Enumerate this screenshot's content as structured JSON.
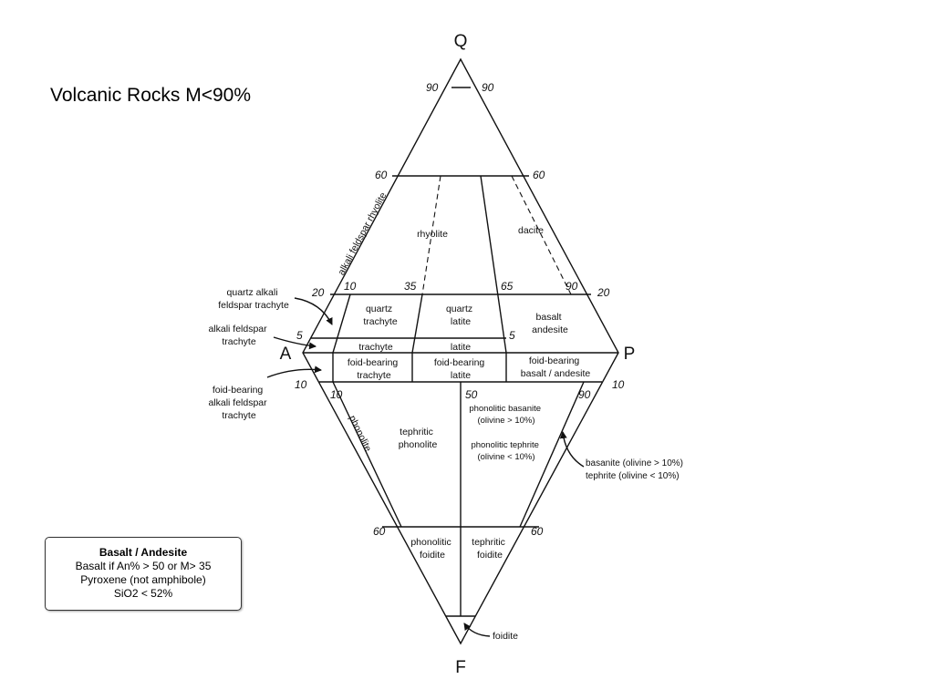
{
  "title": "Volcanic Rocks M<90%",
  "corners": {
    "q": "Q",
    "a": "A",
    "p": "P",
    "f": "F"
  },
  "ticks": {
    "q90_left": "90",
    "q90_right": "90",
    "q60_left": "60",
    "q60_right": "60",
    "q20_left": "20",
    "q20_right": "20",
    "b10": "10",
    "b35": "35",
    "b65": "65",
    "b90": "90",
    "q5_left": "5",
    "q5_right": "5",
    "f10_left": "10",
    "f10_right": "10",
    "fb10": "10",
    "fb50": "50",
    "fb90": "90",
    "f60_left": "60",
    "f60_right": "60"
  },
  "fields": {
    "alkali_feldspar_rhyolite": "alkali feldspar rhyolite",
    "rhyolite": "rhyolite",
    "dacite": "dacite",
    "quartz_trachyte": [
      "quartz",
      "trachyte"
    ],
    "quartz_latite": [
      "quartz",
      "latite"
    ],
    "basalt_andesite": [
      "basalt",
      "andesite"
    ],
    "trachyte": "trachyte",
    "latite": "latite",
    "foid_bearing_trachyte": [
      "foid-bearing",
      "trachyte"
    ],
    "foid_bearing_latite": [
      "foid-bearing",
      "latite"
    ],
    "foid_bearing_basalt_andesite": [
      "foid-bearing",
      "basalt / andesite"
    ],
    "phonolite": "phonolite",
    "tephritic_phonolite": [
      "tephritic",
      "phonolite"
    ],
    "phonolitic_basanite": [
      "phonolitic basanite",
      "(olivine > 10%)"
    ],
    "phonolitic_tephrite": [
      "phonolitic tephrite",
      "(olivine < 10%)"
    ],
    "phonolitic_foidite": [
      "phonolitic",
      "foidite"
    ],
    "tephritic_foidite": [
      "tephritic",
      "foidite"
    ]
  },
  "callouts": {
    "quartz_alkali_feldspar_trachyte": [
      "quartz alkali",
      "feldspar trachyte"
    ],
    "alkali_feldspar_trachyte": [
      "alkali feldspar",
      "trachyte"
    ],
    "foid_bearing_alkali_feldspar_trachyte": [
      "foid-bearing",
      "alkali feldspar",
      "trachyte"
    ],
    "basanite_tephrite": [
      "basanite (olivine > 10%)",
      "tephrite (olivine < 10%)"
    ],
    "foidite": "foidite"
  },
  "note": {
    "title": "Basalt / Andesite",
    "lines": [
      "Basalt if An% > 50 or M> 35",
      "Pyroxene (not amphibole)",
      "SiO2 < 52%"
    ]
  }
}
